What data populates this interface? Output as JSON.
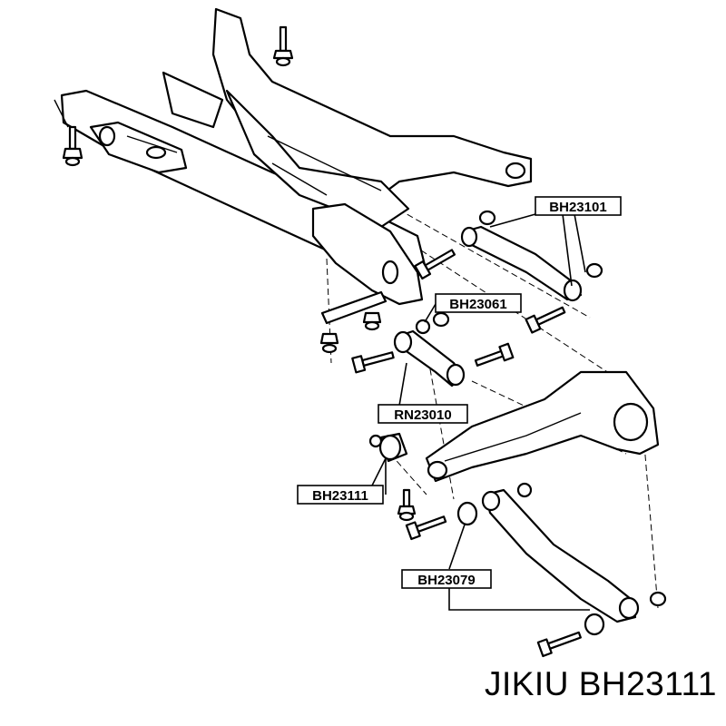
{
  "labels": [
    {
      "id": "bh23101",
      "text": "BH23101"
    },
    {
      "id": "bh23061",
      "text": "BH23061"
    },
    {
      "id": "rn23010",
      "text": "RN23010"
    },
    {
      "id": "bh23111",
      "text": "BH23111"
    },
    {
      "id": "bh23079",
      "text": "BH23079"
    }
  ],
  "caption": "JIKIU BH23111"
}
